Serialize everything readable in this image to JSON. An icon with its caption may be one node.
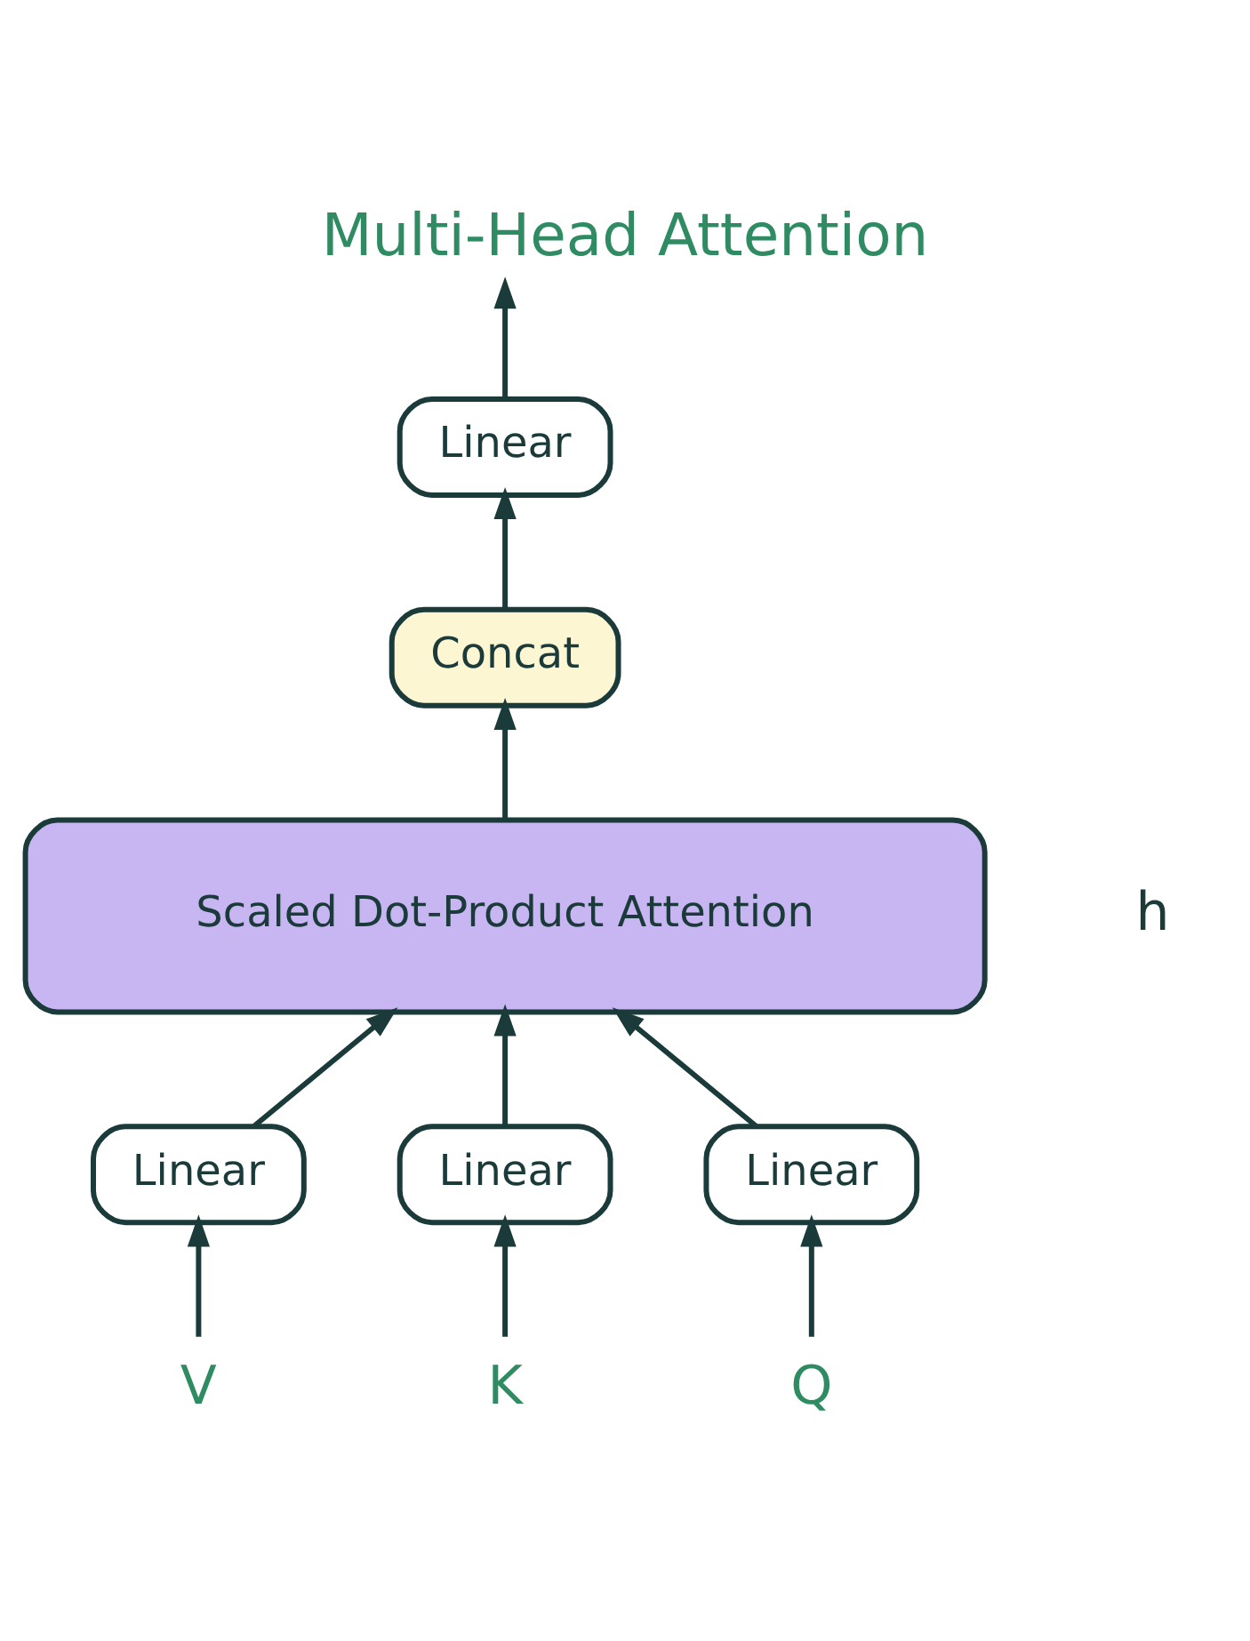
{
  "diagram": {
    "title": "Multi-Head Attention",
    "nodes": [
      {
        "text": [
          "Linear"
        ]
      },
      {
        "text": [
          "Concat"
        ]
      },
      {
        "text": [
          "Scaled Dot-Product Attention"
        ]
      },
      {
        "text": [
          "Linear"
        ]
      },
      {
        "text": [
          "Linear"
        ]
      },
      {
        "text": [
          "Linear"
        ]
      },
      {
        "text": [
          "V"
        ]
      },
      {
        "text": [
          "K"
        ]
      },
      {
        "text": [
          "Q"
        ]
      }
    ],
    "edges": [
      {
        "from": 0,
        "to": null,
        "arrow": "to"
      },
      {
        "from": 1,
        "to": 0,
        "arrow": "to"
      },
      {
        "from": 2,
        "to": 1,
        "arrow": "to"
      },
      {
        "from": 3,
        "to": 2,
        "arrow": "to"
      },
      {
        "from": 4,
        "to": 2,
        "arrow": "to"
      },
      {
        "from": 5,
        "to": 2,
        "arrow": "to"
      },
      {
        "from": 6,
        "to": 3,
        "arrow": "to"
      },
      {
        "from": 7,
        "to": 4,
        "arrow": "to"
      },
      {
        "from": 8,
        "to": 5,
        "arrow": "to"
      }
    ],
    "labels": [
      "h"
    ]
  }
}
